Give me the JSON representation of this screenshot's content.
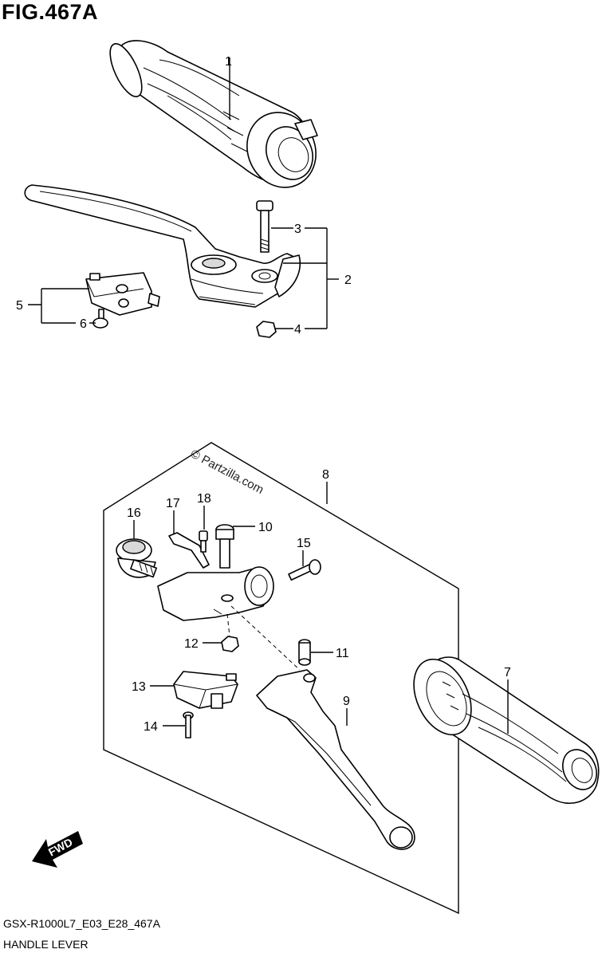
{
  "figure": {
    "title": "FIG.467A",
    "code": "GSX-R1000L7_E03_E28_467A",
    "name": "HANDLE LEVER",
    "watermark": "© Partzilla.com",
    "fwd_label": "FWD"
  },
  "callouts": [
    {
      "id": "c1",
      "label": "1"
    },
    {
      "id": "c2",
      "label": "2"
    },
    {
      "id": "c3",
      "label": "3"
    },
    {
      "id": "c4",
      "label": "4"
    },
    {
      "id": "c5",
      "label": "5"
    },
    {
      "id": "c6",
      "label": "6"
    },
    {
      "id": "c7",
      "label": "7"
    },
    {
      "id": "c8",
      "label": "8"
    },
    {
      "id": "c9",
      "label": "9"
    },
    {
      "id": "c10",
      "label": "10"
    },
    {
      "id": "c11",
      "label": "11"
    },
    {
      "id": "c12",
      "label": "12"
    },
    {
      "id": "c13",
      "label": "13"
    },
    {
      "id": "c14",
      "label": "14"
    },
    {
      "id": "c15",
      "label": "15"
    },
    {
      "id": "c16",
      "label": "16"
    },
    {
      "id": "c17",
      "label": "17"
    },
    {
      "id": "c18",
      "label": "18"
    }
  ]
}
